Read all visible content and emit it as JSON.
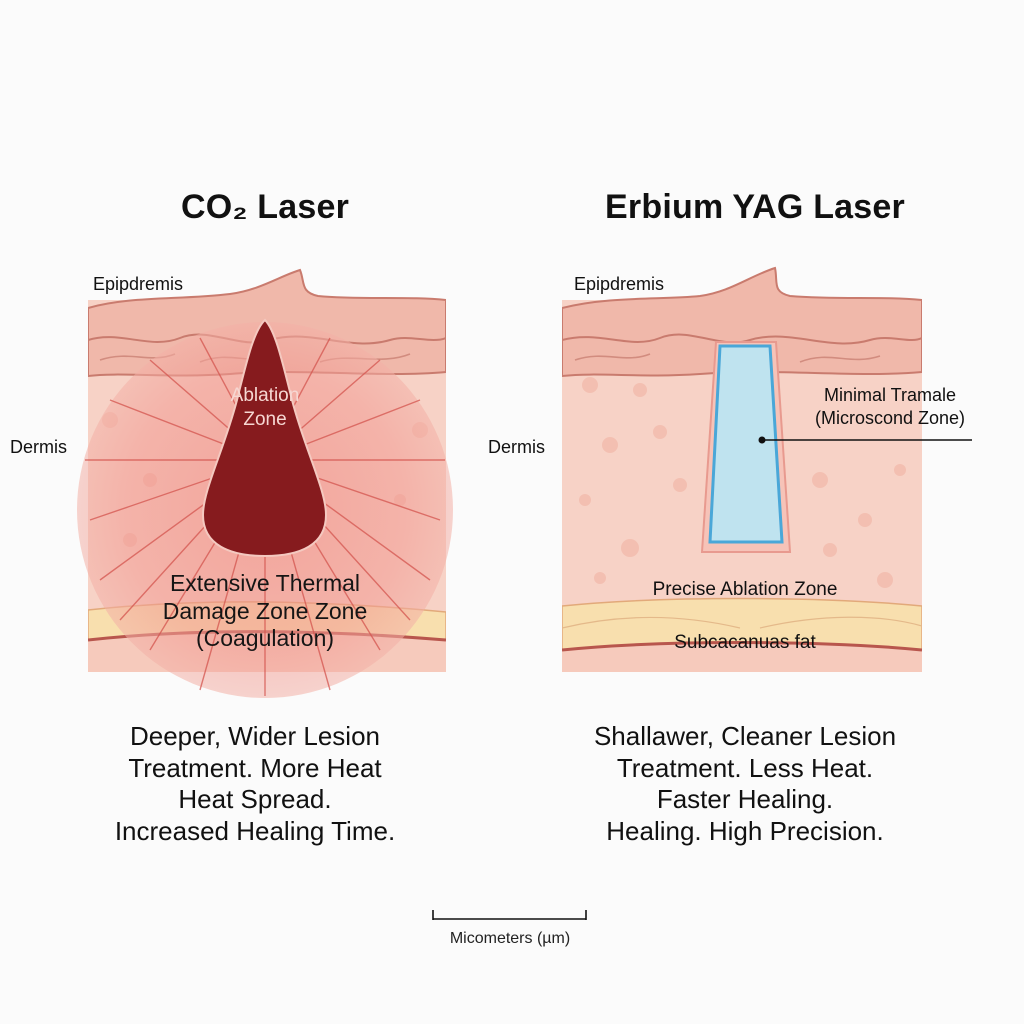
{
  "panels": {
    "co2": {
      "title": "CO₂ Laser",
      "epidermis_label": "Epipdremis",
      "dermis_label": "Dermis",
      "ablation_label_line1": "Ablation",
      "ablation_label_line2": "Zone",
      "thermal_label_line1": "Extensive Thermal",
      "thermal_label_line2": "Damage Zone Zone",
      "thermal_label_line3": "(Coagulation)",
      "caption": [
        "Deeper, Wider Lesion",
        "Treatment. More Heat",
        "Heat Spread.",
        "Increased Healing Time."
      ]
    },
    "erbium": {
      "title": "Erbium YAG Laser",
      "epidermis_label": "Epipdremis",
      "dermis_label": "Dermis",
      "minimal_label_line1": "Minimal Tramale",
      "minimal_label_line2": "(Microscond Zone)",
      "precise_label": "Precise Ablation Zone",
      "fat_label": "Subcacanuas fat",
      "caption": [
        "Shallawer, Cleaner Lesion",
        "Treatment. Less Heat.",
        "Faster Healing.",
        "Healing.  High Precision."
      ]
    }
  },
  "scale_bar": {
    "label": "Micometers (µm)"
  },
  "colors": {
    "skin": "#f7d0c4",
    "epidermis": "#f2b7aa",
    "outline": "#c97b6e",
    "ablation_dark": "#861b1e",
    "thermal_halo": "#ef8f87",
    "fat": "#f8dfae",
    "erbium_channel": "#bfe3ef",
    "erbium_channel_border": "#4aa7d8"
  }
}
